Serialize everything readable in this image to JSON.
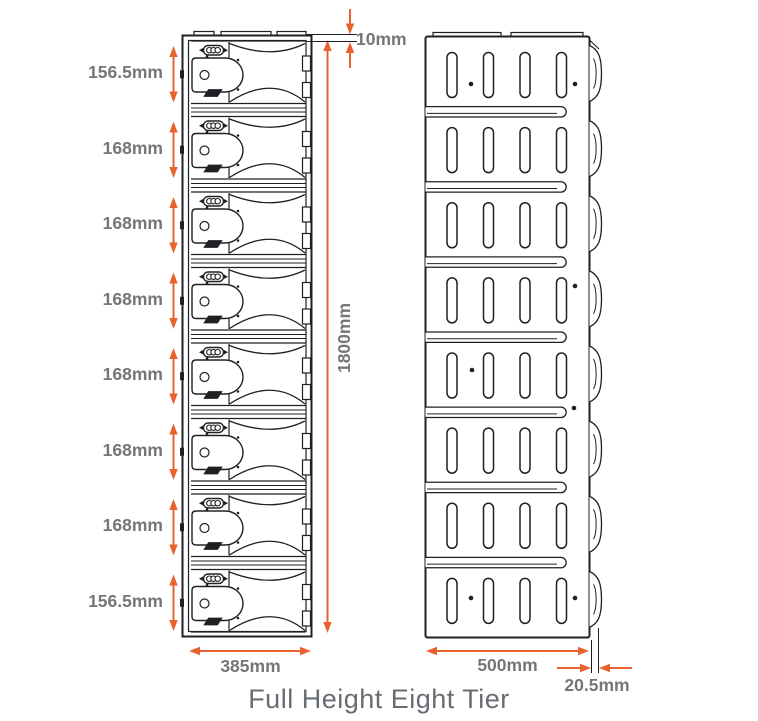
{
  "caption": "Full Height Eight Tier",
  "colors": {
    "accent": "#E8622D",
    "line": "#1F2023",
    "label": "#75767A",
    "caption": "#686D73"
  },
  "front_view": {
    "name": "front elevation of eight tier locker",
    "tier_count": 8,
    "tier_height_labels": [
      "156.5mm",
      "168mm",
      "168mm",
      "168mm",
      "168mm",
      "168mm",
      "168mm",
      "156.5mm"
    ],
    "total_height_label": "1800mm",
    "top_gap_label": "10mm",
    "width_label": "385mm"
  },
  "side_view": {
    "name": "side elevation of eight tier locker",
    "tier_count": 8,
    "width_label": "500mm",
    "door_overhang_label": "20.5mm"
  }
}
